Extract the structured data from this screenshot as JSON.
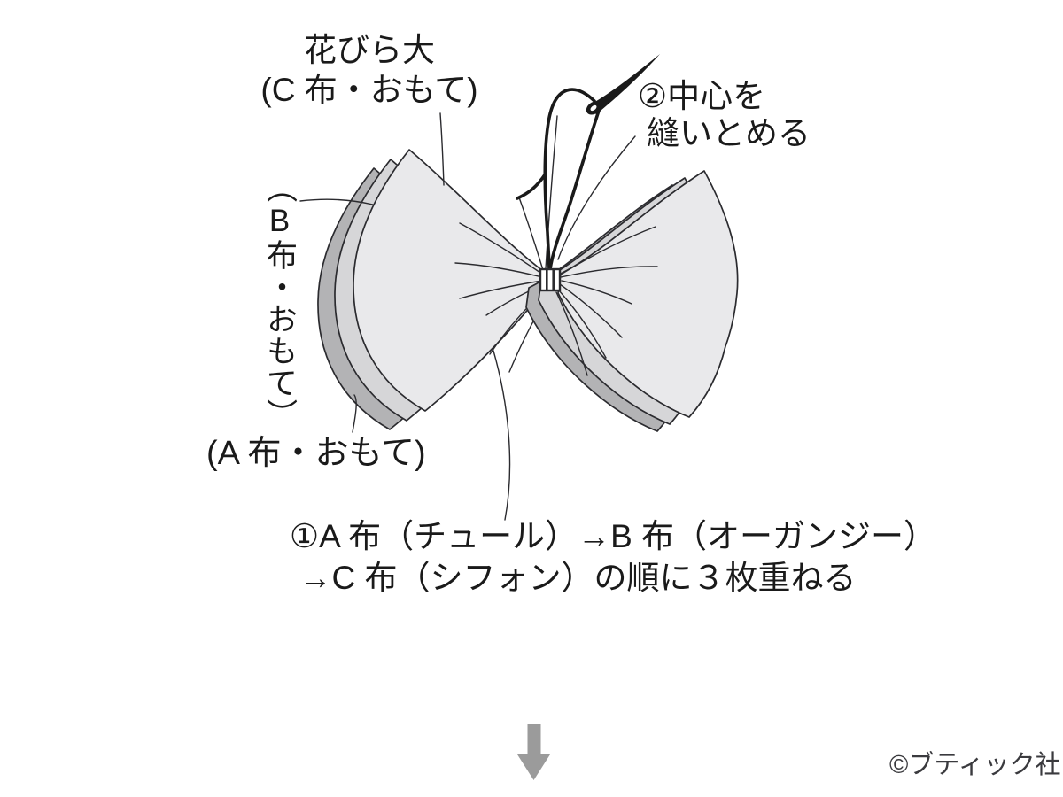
{
  "labels": {
    "petal_large_line1": "花びら大",
    "petal_large_line2": "(C 布・おもて)",
    "step2_line1": "②中心を",
    "step2_line2": "縫いとめる",
    "fabric_b_open": "（",
    "fabric_b_letter": "B",
    "fabric_b_rest": "布・おもて）",
    "fabric_a": "(A 布・おもて)",
    "step1_line1": "①A 布（チュール）→B 布（オーガンジー）",
    "step1_line2": "→C 布（シフォン）の順に３枚重ねる",
    "copyright": "©ブティック社"
  },
  "illustration": {
    "colors": {
      "outline": "#2b2b2f",
      "fabric_top": "#e9e9eb",
      "fabric_middle": "#d6d6d8",
      "fabric_bottom": "#b3b3b5",
      "thread": "#1a1a1a",
      "arrow": "#9b9b9b",
      "text": "#1a1a1a"
    }
  }
}
